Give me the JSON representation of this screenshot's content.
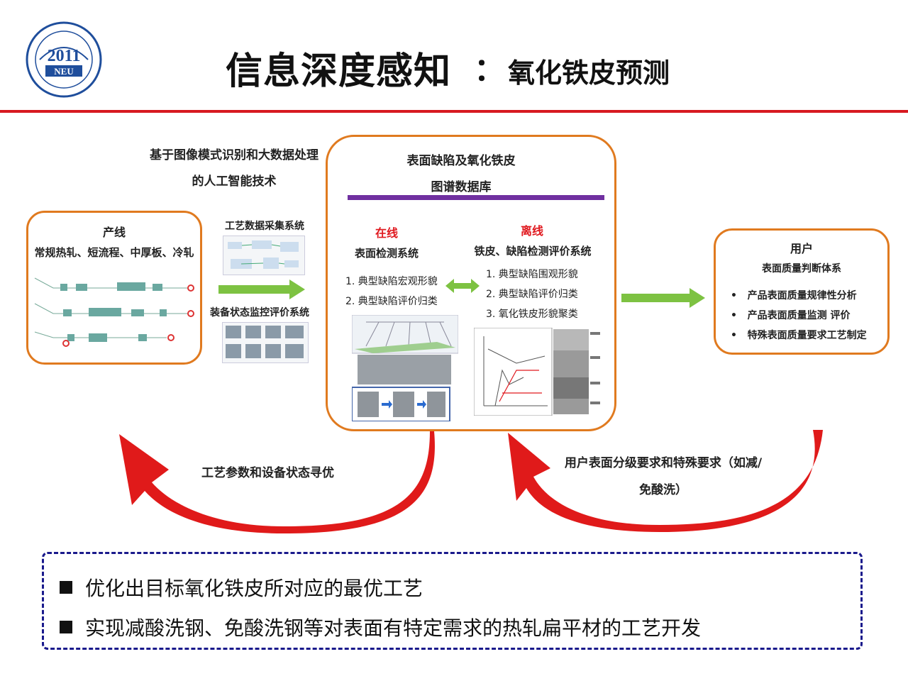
{
  "header": {
    "logo_year": "2011",
    "logo_abbr": "NEU",
    "title_main": "信息深度感知",
    "title_colon": "：",
    "title_sub": "氧化铁皮预测"
  },
  "ai_tech": {
    "line1": "基于图像模式识别和大数据处理",
    "line2": "的人工智能技术"
  },
  "production_line": {
    "title": "产线",
    "subtitle": "常规热轧、短流程、中厚板、冷轧"
  },
  "systems": {
    "process_data": "工艺数据采集系统",
    "equipment_monitor": "装备状态监控评价系统"
  },
  "database": {
    "title_line1": "表面缺陷及氧化铁皮",
    "title_line2": "图谱数据库",
    "online": {
      "label": "在线",
      "system": "表面检测系统",
      "items": [
        "1. 典型缺陷宏观形貌",
        "2. 典型缺陷评价归类"
      ]
    },
    "offline": {
      "label": "离线",
      "system": "铁皮、缺陷检测评价系统",
      "items": [
        "1. 典型缺陷围观形貌",
        "2. 典型缺陷评价归类",
        "3. 氧化铁皮形貌聚类"
      ]
    }
  },
  "user": {
    "title": "用户",
    "subtitle": "表面质量判断体系",
    "items": [
      "产品表面质量规律性分析",
      "产品表面质量监测  评价",
      "特殊表面质量要求工艺制定"
    ]
  },
  "feedback": {
    "left": "工艺参数和设备状态寻优",
    "right_line1": "用户表面分级要求和特殊要求（如减/",
    "right_line2": "免酸洗）"
  },
  "notes": [
    "优化出目标氧化铁皮所对应的最优工艺",
    "实现减酸洗钢、免酸洗钢等对表面有特定需求的热轧扁平材的工艺开发"
  ],
  "colors": {
    "accent_red": "#d71920",
    "box_border": "#e07a1f",
    "arrow_green": "#7dc242",
    "db_rule_purple": "#7030a0",
    "notes_border": "#1a1a8c"
  }
}
